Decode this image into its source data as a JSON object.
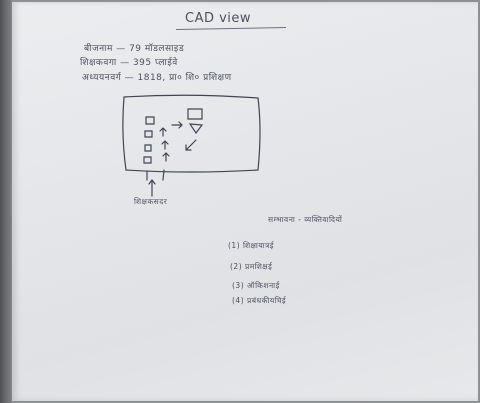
{
  "document": {
    "title": "CAD view",
    "header_rows": [
      "बीजनाम — 79 मॉडलसाइड",
      "शिक्षकवगा — 395 प्लाईवे",
      "अध्ययनवर्ग — 1818, प्रा० शि० प्रशिक्षण"
    ],
    "diagram_caption": "शिक्षकसदर",
    "tasks_heading": "सम्भावना - व्यक्तिवादियों",
    "tasks": [
      "(1) शिक्षायात्रई",
      "(2) प्रमशिक्षई",
      "(3) ऑकिशनाई",
      "(4) प्रबंधकीयचिई"
    ]
  }
}
